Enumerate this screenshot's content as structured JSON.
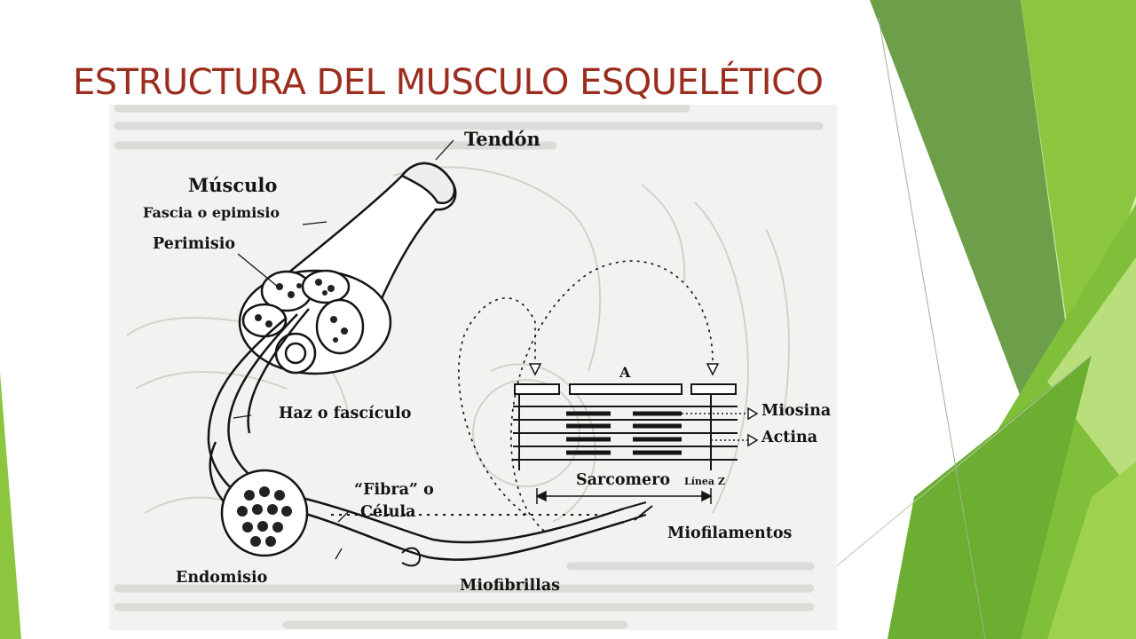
{
  "slide": {
    "title": "ESTRUCTURA DEL MUSCULO ESQUELÉTICO"
  },
  "colors": {
    "title": "#9b2d1f",
    "green_dark": "#4e8f2e",
    "green_mid": "#6aa83a",
    "green_light": "#9acd4c",
    "green_pale": "#cfe8a6"
  },
  "figure": {
    "labels": {
      "tendon": "Tendón",
      "muscle": "Músculo",
      "fascia": "Fascia o epimisio",
      "perimysium": "Perimisio",
      "bundle": "Haz o fascículo",
      "fiber_line1": "“Fibra” o",
      "fiber_line2": "Célula",
      "endomysium": "Endomisio",
      "myofibrils": "Miofibrillas",
      "myofilaments": "Miofilamentos",
      "band_a": "A",
      "myosin": "Miosina",
      "actin": "Actina",
      "sarcomere": "Sarcomero",
      "z_line": "Línea Z"
    }
  }
}
